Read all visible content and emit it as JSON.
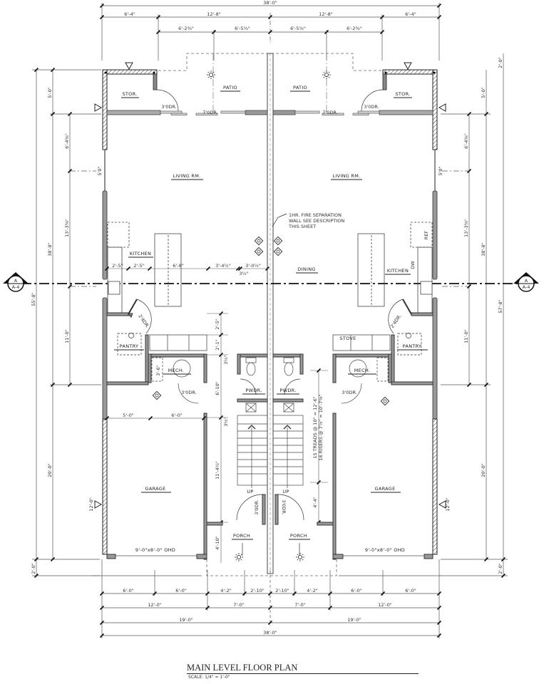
{
  "title": "MAIN LEVEL FLOOR PLAN",
  "scale": "SCALE: 1/4\" = 1'-0\"",
  "section_marker": {
    "letter": "A",
    "sheet": "A-4"
  },
  "rooms": {
    "left": {
      "storage": "STOR.",
      "patio": "PATIO",
      "living": "LIVING RM.",
      "kitchen": "KITCHEN",
      "pantry": "PANTRY",
      "mech": "MECH.",
      "powder": "PWDR.",
      "garage": "GARAGE",
      "porch": "PORCH",
      "garage_door": "9'-0\"x8'-0\" OHD"
    },
    "right": {
      "storage": "STOR.",
      "patio": "PATIO",
      "living": "LIVING RM.",
      "kitchen": "KITCHEN",
      "pantry": "PANTRY",
      "mech": "MECH.",
      "powder": "PWDR.",
      "garage": "GARAGE",
      "porch": "PORCH",
      "garage_door": "9'-0\"x8'-0\" OHD",
      "stove": "STOVE",
      "refrigerator": "REF",
      "dishwasher": "DW"
    },
    "dining": "DINING",
    "stairs_up": "UP"
  },
  "notes": {
    "fire_wall": [
      "1HR. FIRE SEPARATION",
      "WALL SEE DESCRIPTION",
      "THIS SHEET"
    ],
    "stairs": [
      "15 TREADS @ 10\" = 12'-6\"",
      "16 RISERS @ 7⅞\" = 10'-7⅝\""
    ]
  },
  "doors": {
    "d30": "3'0DR.",
    "d70": "7'0DR.",
    "d24": "2'4DR.",
    "d50": "5'0\""
  },
  "dimensions": {
    "top": {
      "overall": "38'-0\"",
      "row2": [
        "6'-4\"",
        "12'-8\"",
        "12'-8\"",
        "6'-4\""
      ],
      "row3": [
        "6'-2⅜\"",
        "6'-5⅝\"",
        "6'-5⅝\"",
        "6'-2⅜\""
      ]
    },
    "bottom": {
      "row1": [
        "6'-0\"",
        "6'-0\"",
        "4'-2\"",
        "2'-10\"",
        "2'-10\"",
        "4'-2\"",
        "6'-0\"",
        "6'-0\""
      ],
      "row2": [
        "12'-0\"",
        "7'-0\"",
        "7'-0\"",
        "12'-0\""
      ],
      "row3": [
        "19'-0\"",
        "19'-0\""
      ],
      "overall": "38'-0\""
    },
    "left": {
      "overall": "55'-8\"",
      "segments": [
        "5'-0\"",
        "38'-8\"",
        "20'-0\"",
        "2'-0\""
      ],
      "inner": [
        "6'-4⅜\"",
        "13'-3⅝\"",
        "11'-0\""
      ],
      "window": "5'0\"",
      "garage_mark": "12'-0\""
    },
    "right": {
      "overall": "57'-8\"",
      "segments": [
        "2'-0\"",
        "5'-0\"",
        "38'-8\"",
        "20'-0\"",
        "2'-0\""
      ],
      "inner": [
        "6'-4⅜\"",
        "13'-3⅝\"",
        "11'-0\""
      ]
    },
    "interior": {
      "kitchen_row": [
        "2'-5\"",
        "2'-5\"",
        "6'-8\"",
        "3'-4½\"",
        "3'-0½\"",
        "3½\""
      ],
      "center_col": [
        "2'-5\"",
        "2'-1\"",
        "3½\"",
        "6'-10\"",
        "3½\"",
        "11'-4½\"",
        "4'-10\""
      ],
      "mech": "3'-6\"",
      "garage_top": [
        "5'-0\"",
        "6'-0\""
      ],
      "stair_right": "4'-4\""
    }
  }
}
